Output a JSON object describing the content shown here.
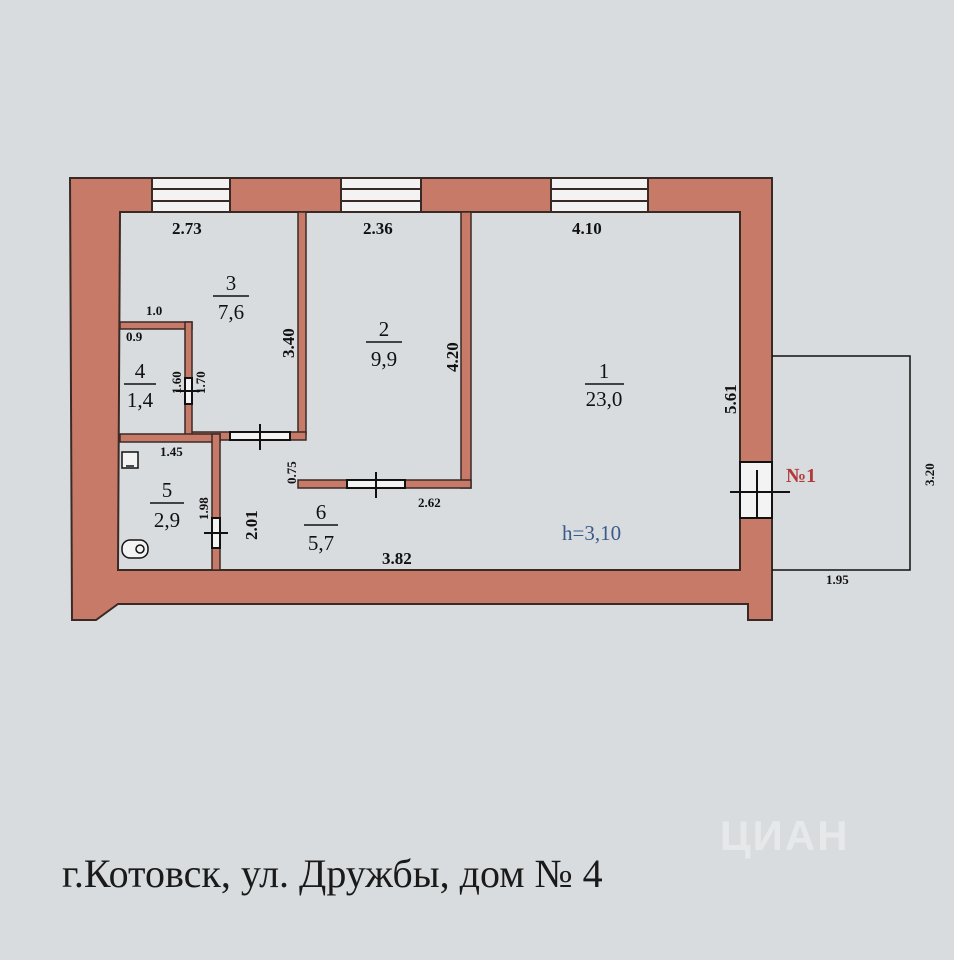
{
  "colors": {
    "wall": "#c77a68",
    "wall_stroke": "#3a2a26",
    "background": "#d9dcdf",
    "height_label": "#3a5a8a",
    "entrance_label": "#b23a3a"
  },
  "rooms": [
    {
      "number": "1",
      "area": "23,0"
    },
    {
      "number": "2",
      "area": "9,9"
    },
    {
      "number": "3",
      "area": "7,6"
    },
    {
      "number": "4",
      "area": "1,4"
    },
    {
      "number": "5",
      "area": "2,9"
    },
    {
      "number": "6",
      "area": "5,7"
    }
  ],
  "dimensions": {
    "top_room3": "2.73",
    "top_room2": "2.36",
    "top_room1": "4.10",
    "room3_side": "3.40",
    "room2_side": "4.20",
    "room1_side": "5.61",
    "room4_top": "1.0",
    "room4_inner": "0.9",
    "room4_height_a": "1.60",
    "room4_height_b": "1.70",
    "room5_top": "1.45",
    "room5_side": "1.98",
    "room6_side": "2.01",
    "corridor_gap": "0.75",
    "room2_bottom": "2.62",
    "bottom_width": "3.82",
    "porch_depth": "3.20",
    "porch_width": "1.95"
  },
  "ceiling_height": "h=3,10",
  "entrance_label": "№1",
  "address": "г.Котовск, ул. Дружбы, дом  № 4",
  "watermark": "ЦИАН"
}
